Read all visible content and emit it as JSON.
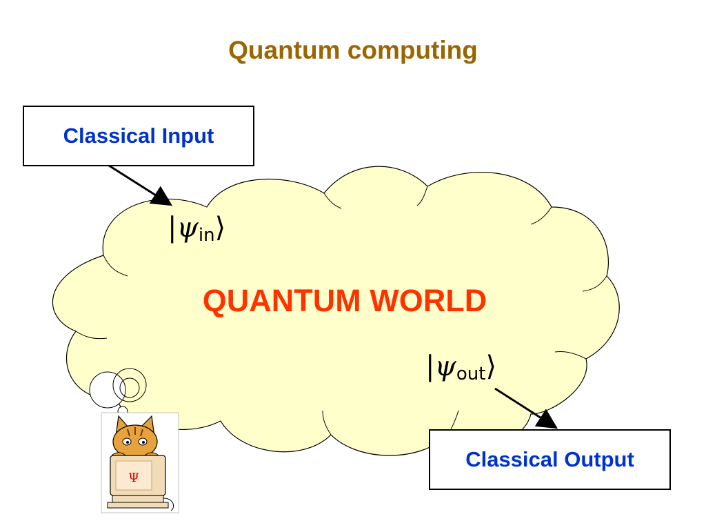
{
  "title": "Quantum computing",
  "input_box": {
    "label": "Classical Input"
  },
  "output_box": {
    "label": "Classical Output"
  },
  "cloud": {
    "label": "QUANTUM WORLD"
  },
  "kets": {
    "in": {
      "symbol": "ψ",
      "subscript": "in"
    },
    "out": {
      "symbol": "ψ",
      "subscript": "out"
    }
  },
  "cat_computer": {
    "screen_symbol": "Ψ"
  },
  "colors": {
    "title": "#996600",
    "box_text": "#0033cc",
    "cloud_text": "#ff3300",
    "cloud_fill": "#ffffcc"
  }
}
